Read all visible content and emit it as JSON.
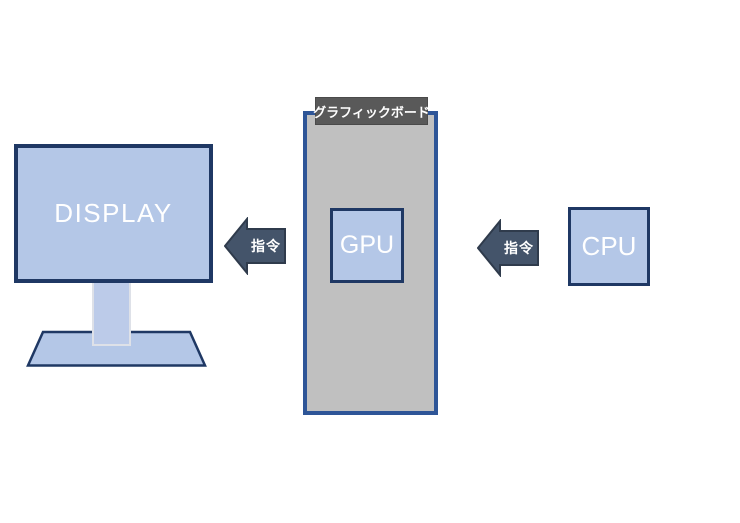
{
  "display": {
    "label": "DISPLAY"
  },
  "graphics_board": {
    "label": "グラフィックボード"
  },
  "gpu": {
    "label": "GPU"
  },
  "cpu": {
    "label": "CPU"
  },
  "arrow_gpu_to_display": {
    "label": "指令",
    "direction": "left"
  },
  "arrow_cpu_to_gpu": {
    "label": "指令",
    "direction": "left"
  },
  "colors": {
    "background": "#ffffff",
    "box_fill": "#b4c7e7",
    "box_border": "#1f3864",
    "board_fill": "#c0c0c0",
    "board_border": "#2e5597",
    "board_label_bg": "#595959",
    "arrow_fill": "#44546a",
    "arrow_border": "#2f3b4c",
    "text_on_dark": "#ffffff"
  }
}
